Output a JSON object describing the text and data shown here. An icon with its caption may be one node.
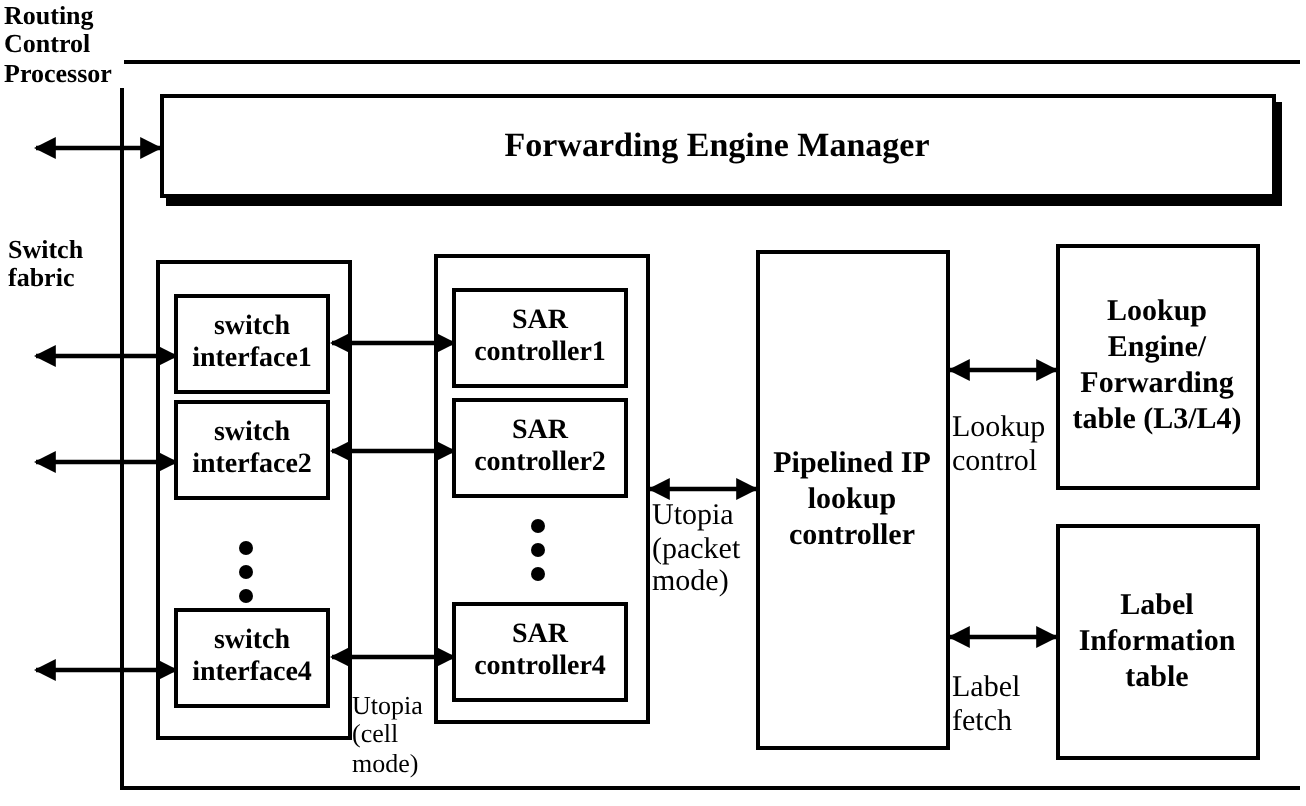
{
  "diagram": {
    "nodes": [
      {
        "text": [],
        "shape": "box"
      },
      {
        "text": [
          "Forwarding Engine Manager"
        ],
        "in": 0
      },
      {
        "text": [],
        "shape": "box",
        "in": 0
      },
      {
        "text": [
          "switch interface1"
        ],
        "in": 2
      },
      {
        "text": [
          "switch interface2"
        ],
        "in": 2
      },
      {
        "text": [
          "switch interface4"
        ],
        "in": 2
      },
      {
        "text": [],
        "shape": "box",
        "in": 0
      },
      {
        "text": [
          "SAR controller1"
        ],
        "in": 6
      },
      {
        "text": [
          "SAR controller2"
        ],
        "in": 6
      },
      {
        "text": [
          "SAR controller4"
        ],
        "in": 6
      },
      {
        "text": [
          "Pipelined IP lookup controller"
        ],
        "in": 0
      },
      {
        "text": [
          "Lookup Engine/ Forwarding table (L3/L4)"
        ],
        "in": 0
      },
      {
        "text": [
          "Label Information table"
        ],
        "in": 0
      }
    ],
    "edges": [
      {
        "from": null,
        "to": 1,
        "arrow": "both"
      },
      {
        "from": null,
        "to": 3,
        "arrow": "both"
      },
      {
        "from": null,
        "to": 4,
        "arrow": "both"
      },
      {
        "from": null,
        "to": 5,
        "arrow": "both"
      },
      {
        "from": 3,
        "to": 7,
        "arrow": "both"
      },
      {
        "from": 4,
        "to": 8,
        "arrow": "both"
      },
      {
        "from": 5,
        "to": 9,
        "arrow": "both"
      },
      {
        "from": 6,
        "to": 10,
        "arrow": "both",
        "label": "Utopia (packet mode)"
      },
      {
        "from": 10,
        "to": 11,
        "arrow": "both",
        "label": "Lookup control"
      },
      {
        "from": 10,
        "to": 12,
        "arrow": "both",
        "label": "Label fetch"
      }
    ],
    "labels": [
      "Routing Control Processor",
      "Switch fabric",
      "Utopia (cell mode)"
    ]
  }
}
